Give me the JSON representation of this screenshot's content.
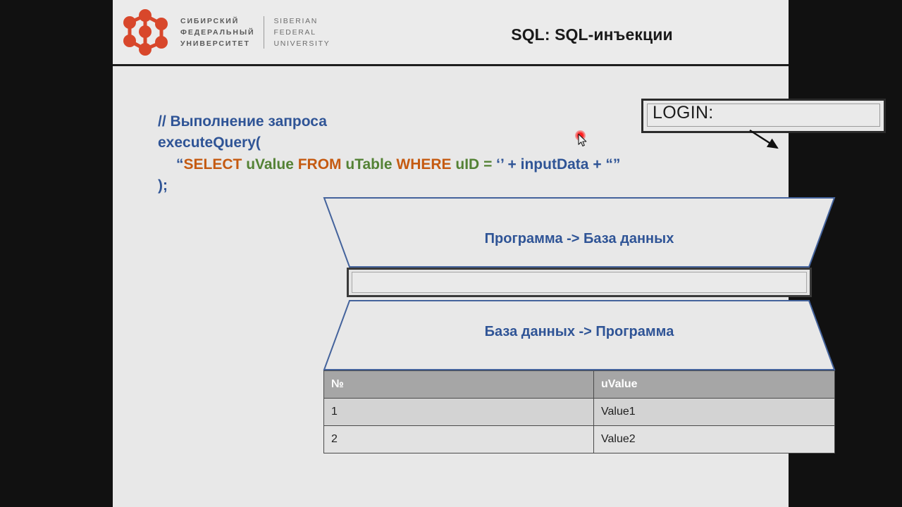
{
  "header": {
    "title": "SQL: SQL-инъекции",
    "logo": {
      "ru_line1": "СИБИРСКИЙ",
      "ru_line2": "ФЕДЕРАЛЬНЫЙ",
      "ru_line3": "УНИВЕРСИТЕТ",
      "en_line1": "SIBERIAN",
      "en_line2": "FEDERAL",
      "en_line3": "UNIVERSITY",
      "mark_color": "#d8472b"
    }
  },
  "code": {
    "comment": "// Выполнение запроса",
    "fn_open": "executeQuery(",
    "quote_open": "“",
    "sql_select": "SELECT",
    "ident_uvalue": "uValue",
    "sql_from": "FROM",
    "ident_utable": "uTable",
    "sql_where": "WHERE",
    "ident_uid": "uID",
    "eq": "=",
    "str_empty_open": "‘’",
    "plus1": "+",
    "ident_input": "inputData",
    "plus2": "+",
    "str_empty_close": "“”",
    "close": ");"
  },
  "login": {
    "label": "LOGIN:",
    "value": "",
    "placeholder": ""
  },
  "flow": {
    "top_label": "Программа -> База данных",
    "bottom_label": "База данных -> Программа",
    "middle_box_value": "",
    "outline_color": "#44639c"
  },
  "table": {
    "columns": [
      "№",
      "uValue"
    ],
    "rows": [
      [
        "1",
        "Value1"
      ],
      [
        "2",
        "Value2"
      ]
    ]
  },
  "cursor": {
    "click_indicator": "red-click-dot",
    "pointer": "arrow-cursor"
  }
}
